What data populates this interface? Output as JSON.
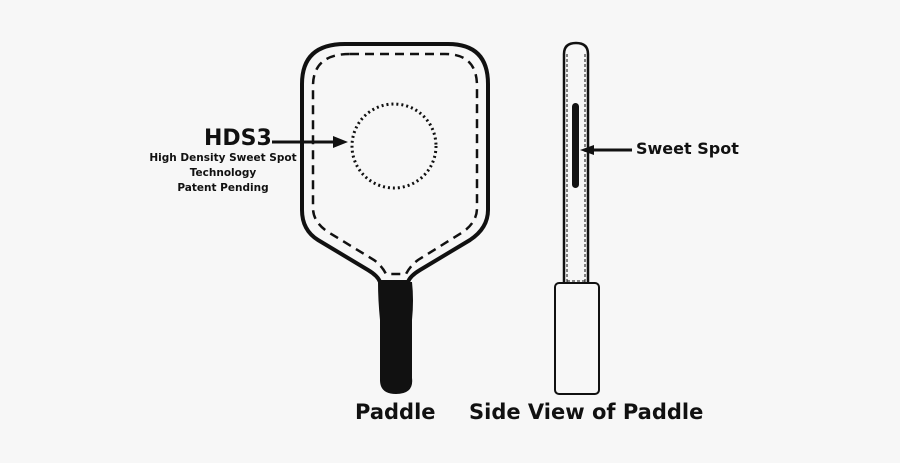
{
  "diagram": {
    "front_view": {
      "callout_title": "HDS3",
      "callout_lines": [
        "High Density Sweet Spot",
        "Technology",
        "Patent Pending"
      ],
      "caption": "Paddle"
    },
    "side_view": {
      "callout": "Sweet Spot",
      "caption": "Side View of Paddle"
    },
    "colors": {
      "background": "#f7f7f7",
      "ink": "#111111"
    }
  }
}
